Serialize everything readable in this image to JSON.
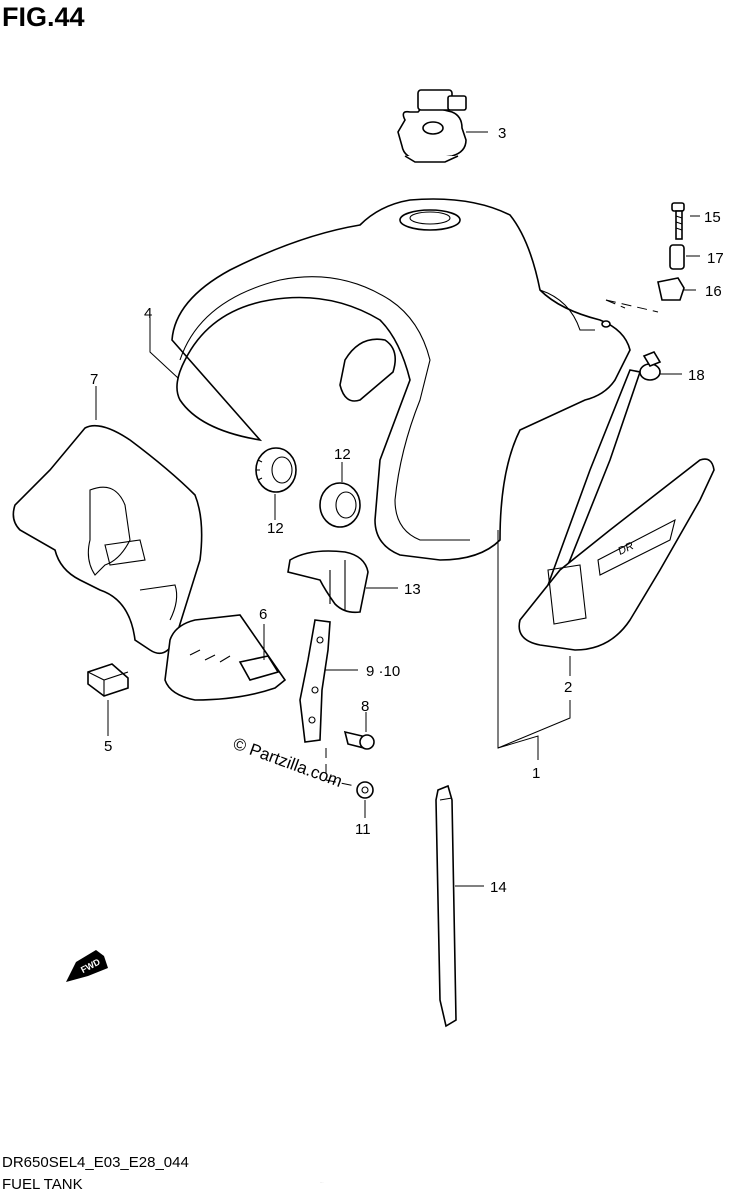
{
  "figure": {
    "title": "FIG.44",
    "model_code": "DR650SEL4_E03_E28_044",
    "name": "FUEL TANK",
    "copyright": "© Partzilla.com",
    "fwd_label": "FWD",
    "tiny_mark": "..."
  },
  "callouts": {
    "c1": "1",
    "c2": "2",
    "c3": "3",
    "c4": "4",
    "c5": "5",
    "c6": "6",
    "c7": "7",
    "c8": "8",
    "c9_10": "9 ·10",
    "c11": "11",
    "c12a": "12",
    "c12b": "12",
    "c13": "13",
    "c14": "14",
    "c15": "15",
    "c16": "16",
    "c17": "17",
    "c18": "18"
  }
}
